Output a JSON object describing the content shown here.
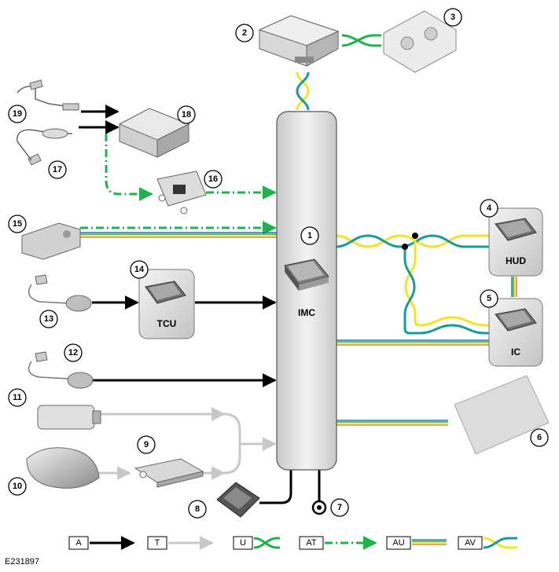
{
  "components": [
    {
      "number": "1",
      "label": "IMC"
    },
    {
      "number": "2",
      "label": ""
    },
    {
      "number": "3",
      "label": ""
    },
    {
      "number": "4",
      "label": "HUD"
    },
    {
      "number": "5",
      "label": "IC"
    },
    {
      "number": "6",
      "label": ""
    },
    {
      "number": "7",
      "label": ""
    },
    {
      "number": "8",
      "label": ""
    },
    {
      "number": "9",
      "label": ""
    },
    {
      "number": "10",
      "label": ""
    },
    {
      "number": "11",
      "label": ""
    },
    {
      "number": "12",
      "label": ""
    },
    {
      "number": "13",
      "label": ""
    },
    {
      "number": "14",
      "label": "TCU"
    },
    {
      "number": "15",
      "label": ""
    },
    {
      "number": "16",
      "label": ""
    },
    {
      "number": "17",
      "label": ""
    },
    {
      "number": "18",
      "label": ""
    },
    {
      "number": "19",
      "label": ""
    }
  ],
  "legend": [
    {
      "code": "A",
      "line": "black-arrow"
    },
    {
      "code": "T",
      "line": "grey-arrow"
    },
    {
      "code": "U",
      "line": "green-twisted-pair"
    },
    {
      "code": "AT",
      "line": "green-dash-dot-arrow"
    },
    {
      "code": "AU",
      "line": "multicolor-bus"
    },
    {
      "code": "AV",
      "line": "teal-yellow-twisted-pair"
    }
  ],
  "colors": {
    "black": "#000000",
    "grey": "#c8c8c8",
    "green": "#22b24c",
    "teal": "#1a9a9a",
    "yellow": "#f2e424",
    "orange": "#e08a2a",
    "blue": "#2b73c8",
    "module_fill": "#d9d9d9"
  },
  "figure_id": "E231897"
}
